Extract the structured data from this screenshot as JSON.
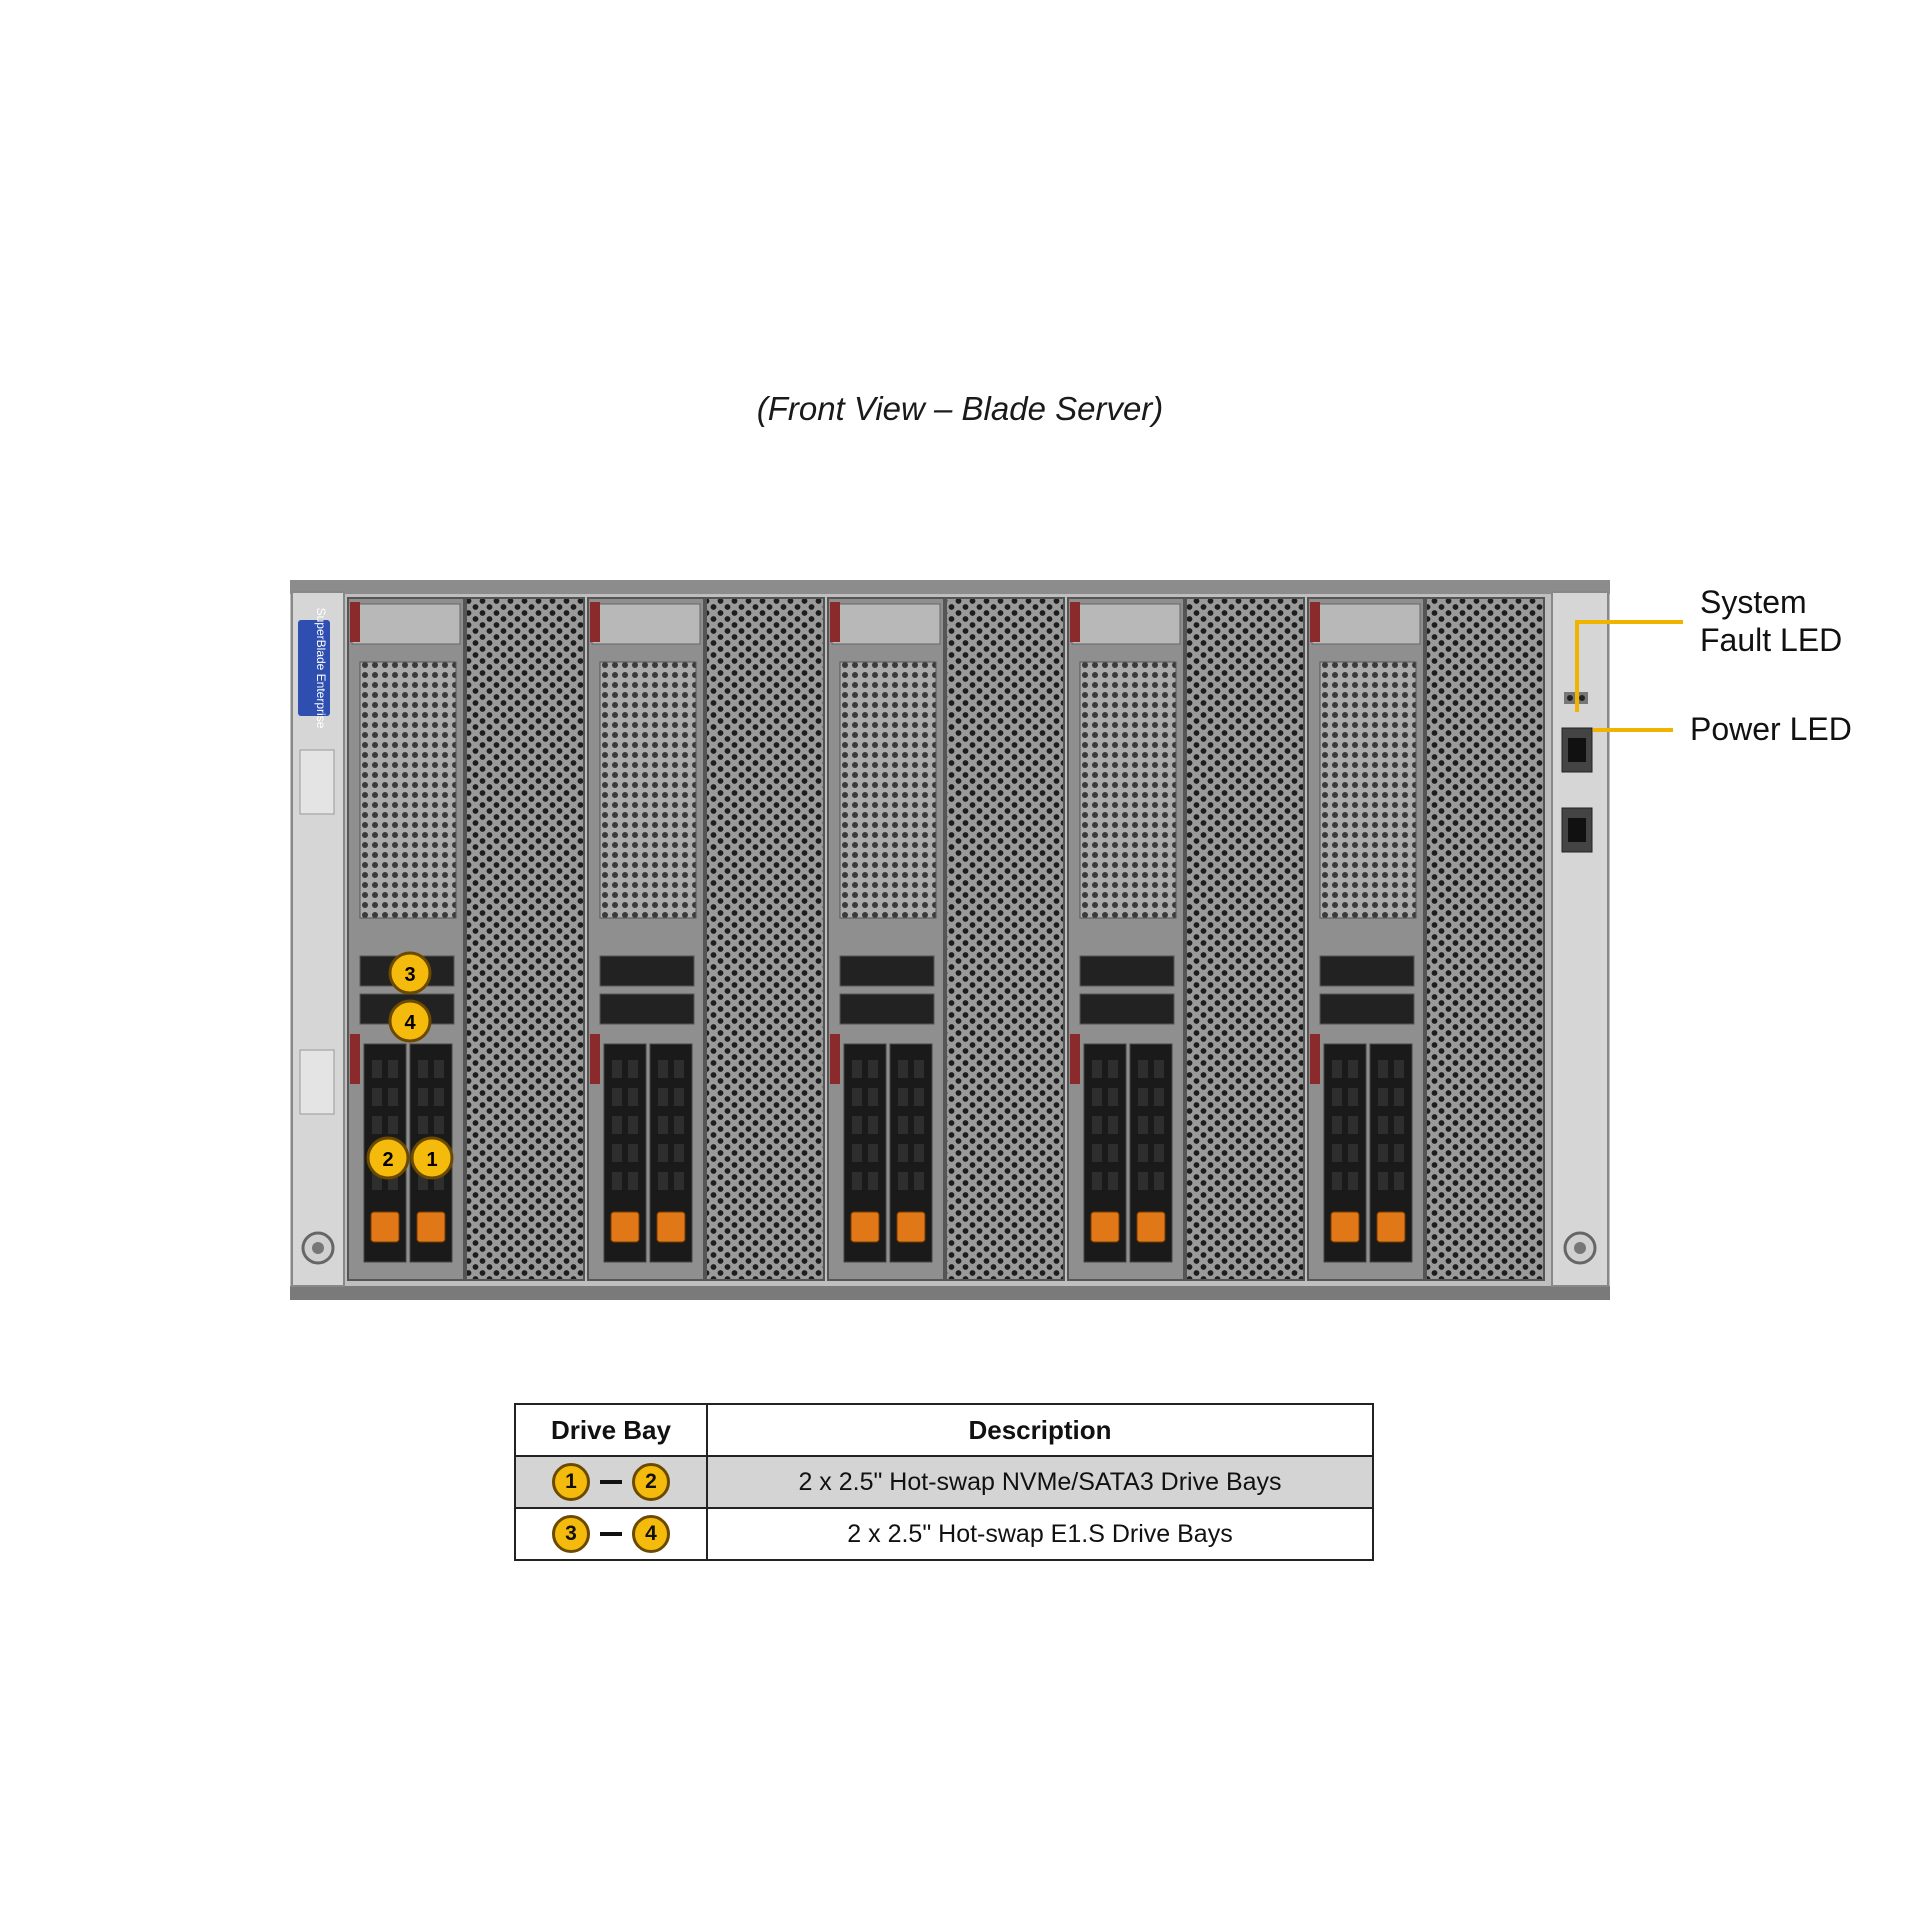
{
  "caption": "(Front View – Blade Server)",
  "callouts": {
    "fault_led": [
      "System",
      "Fault LED"
    ],
    "power_led": "Power LED"
  },
  "chassis": {
    "brand_label": "SuperBlade Enterprise",
    "bay_badges": [
      "3",
      "4",
      "2",
      "1"
    ]
  },
  "table": {
    "headers": [
      "Drive Bay",
      "Description"
    ],
    "rows": [
      {
        "from": "1",
        "to": "2",
        "description": "2 x 2.5\" Hot-swap NVMe/SATA3 Drive  Bays"
      },
      {
        "from": "3",
        "to": "4",
        "description": "2 x 2.5\" Hot-swap E1.S Drive  Bays"
      }
    ]
  },
  "colors": {
    "badge": "#f5bb0c",
    "callout_line": "#f0b400",
    "handle": "#e07818"
  }
}
